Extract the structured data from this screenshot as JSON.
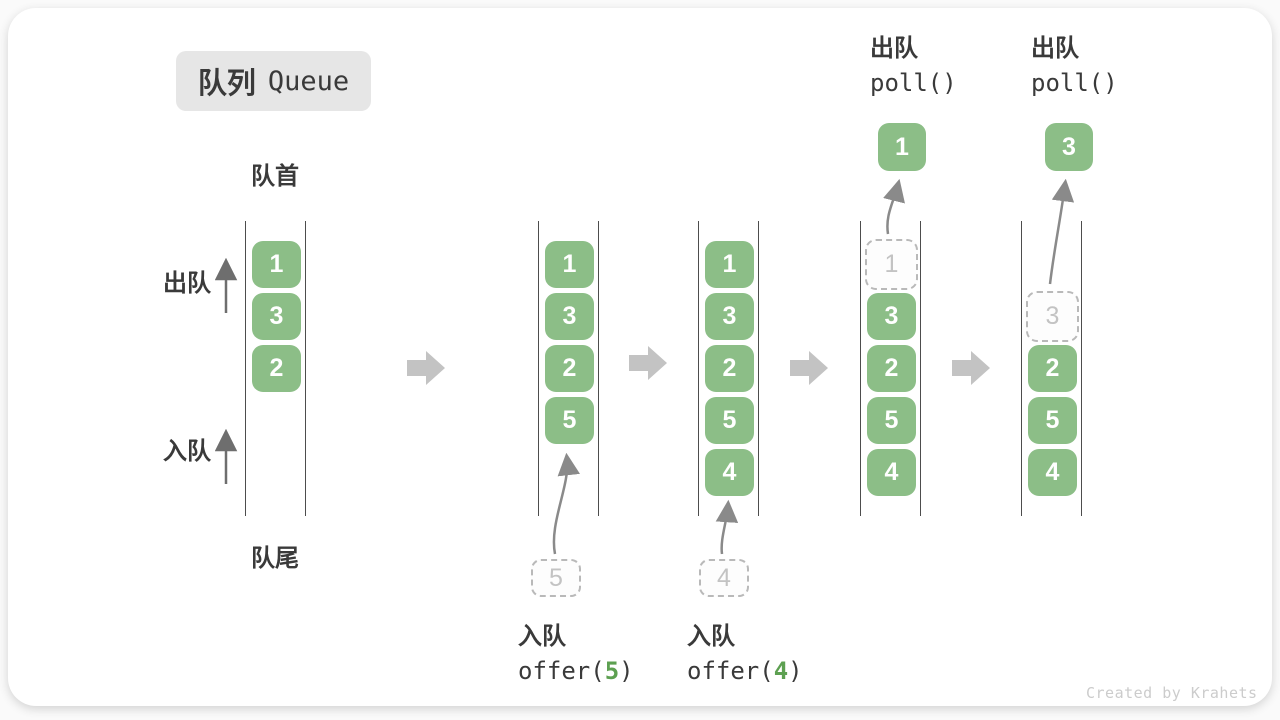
{
  "page": {
    "title_zh": "队列",
    "title_en": "Queue",
    "watermark": "Created by Krahets"
  },
  "labels": {
    "front": "队首",
    "rear": "队尾",
    "dequeue": "出队",
    "enqueue": "入队"
  },
  "columns": [
    {
      "boxes": [
        {
          "slot": 0,
          "value": "1",
          "style": "solid"
        },
        {
          "slot": 1,
          "value": "3",
          "style": "solid"
        },
        {
          "slot": 2,
          "value": "2",
          "style": "solid"
        }
      ]
    },
    {
      "boxes": [
        {
          "slot": 0,
          "value": "1",
          "style": "solid"
        },
        {
          "slot": 1,
          "value": "3",
          "style": "solid"
        },
        {
          "slot": 2,
          "value": "2",
          "style": "solid"
        },
        {
          "slot": 3,
          "value": "5",
          "style": "solid"
        }
      ]
    },
    {
      "boxes": [
        {
          "slot": 0,
          "value": "1",
          "style": "solid"
        },
        {
          "slot": 1,
          "value": "3",
          "style": "solid"
        },
        {
          "slot": 2,
          "value": "2",
          "style": "solid"
        },
        {
          "slot": 3,
          "value": "5",
          "style": "solid"
        },
        {
          "slot": 4,
          "value": "4",
          "style": "solid"
        }
      ]
    },
    {
      "boxes": [
        {
          "slot": 0,
          "value": "1",
          "style": "dashed"
        },
        {
          "slot": 1,
          "value": "3",
          "style": "solid"
        },
        {
          "slot": 2,
          "value": "2",
          "style": "solid"
        },
        {
          "slot": 3,
          "value": "5",
          "style": "solid"
        },
        {
          "slot": 4,
          "value": "4",
          "style": "solid"
        }
      ]
    },
    {
      "boxes": [
        {
          "slot": 1,
          "value": "3",
          "style": "dashed"
        },
        {
          "slot": 2,
          "value": "2",
          "style": "solid"
        },
        {
          "slot": 3,
          "value": "5",
          "style": "solid"
        },
        {
          "slot": 4,
          "value": "4",
          "style": "solid"
        }
      ]
    }
  ],
  "enqueue_ops": [
    {
      "label": "入队",
      "code_prefix": "offer(",
      "code_arg": "5",
      "code_suffix": ")",
      "pending_value": "5"
    },
    {
      "label": "入队",
      "code_prefix": "offer(",
      "code_arg": "4",
      "code_suffix": ")",
      "pending_value": "4"
    }
  ],
  "dequeue_ops": [
    {
      "label": "出队",
      "code": "poll()",
      "result_value": "1"
    },
    {
      "label": "出队",
      "code": "poll()",
      "result_value": "3"
    }
  ],
  "colors": {
    "element_green": "#8cbe87",
    "code_green": "#5da051",
    "text_dark": "#3a3a3a",
    "rail_gray": "#4d4d4d",
    "big_arrow_gray": "#c3c3c3",
    "thin_arrow_gray": "#8a8a8a",
    "dashed_border": "#b9b9b9",
    "dashed_text": "#c3c3c3",
    "title_bg": "#e6e6e6",
    "watermark_gray": "#cccccc"
  }
}
